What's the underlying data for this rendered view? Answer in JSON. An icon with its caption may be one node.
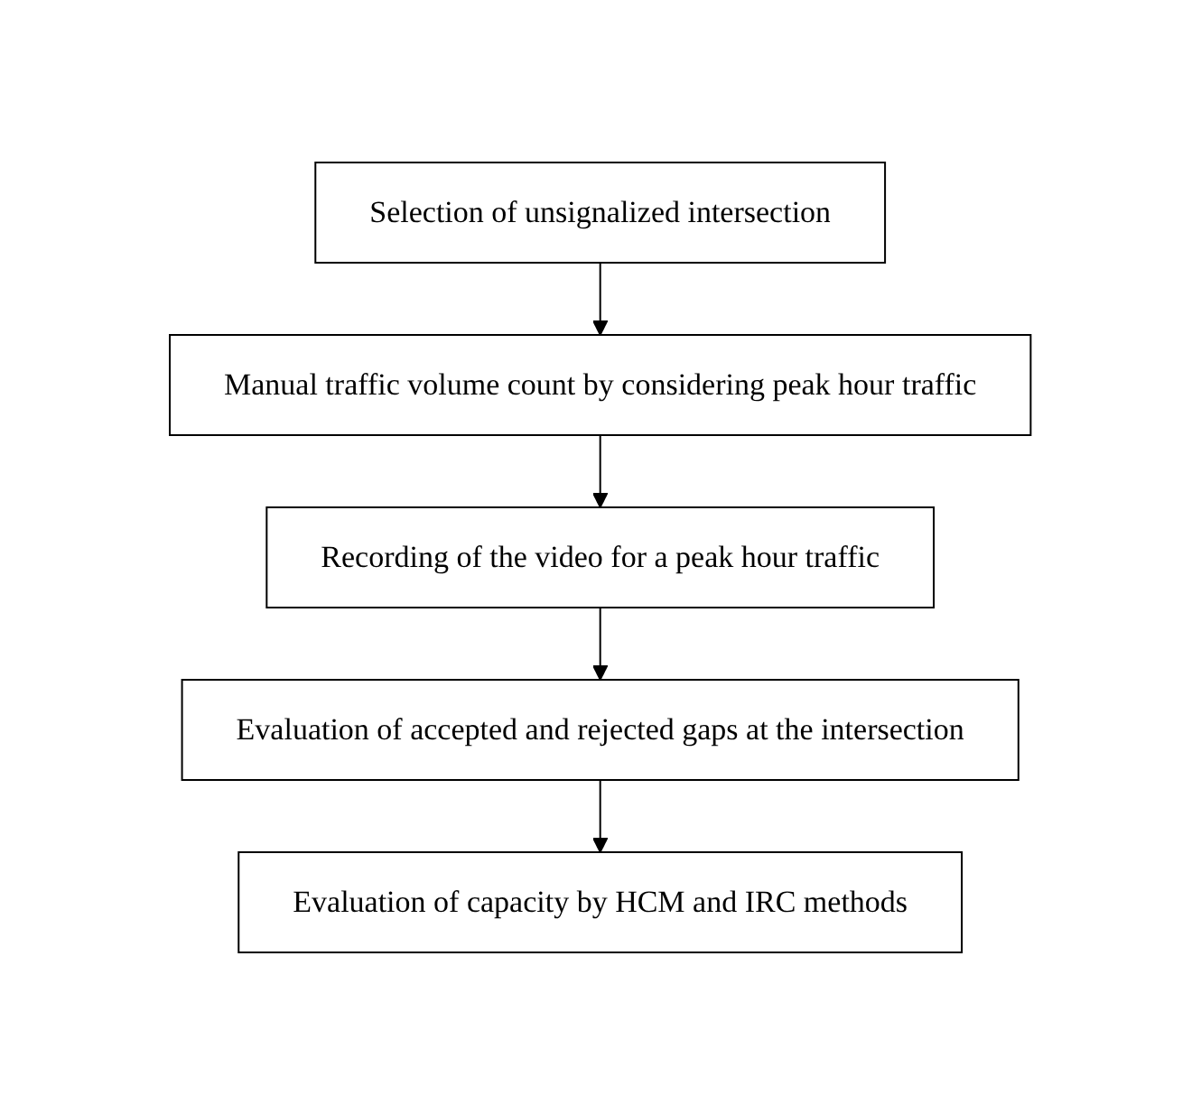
{
  "diagram": {
    "nodes": [
      {
        "text": [
          "Selection of unsignalized intersection"
        ]
      },
      {
        "text": [
          "Manual traffic volume count by considering peak hour traffic"
        ]
      },
      {
        "text": [
          "Recording of the video for a peak hour traffic"
        ]
      },
      {
        "text": [
          "Evaluation of accepted and rejected gaps at the intersection"
        ]
      },
      {
        "text": [
          "Evaluation of capacity by HCM and IRC methods"
        ]
      }
    ],
    "edges": [
      {
        "from": 0,
        "to": 1,
        "arrow": "to"
      },
      {
        "from": 1,
        "to": 2,
        "arrow": "to"
      },
      {
        "from": 2,
        "to": 3,
        "arrow": "to"
      },
      {
        "from": 3,
        "to": 4,
        "arrow": "to"
      }
    ]
  }
}
